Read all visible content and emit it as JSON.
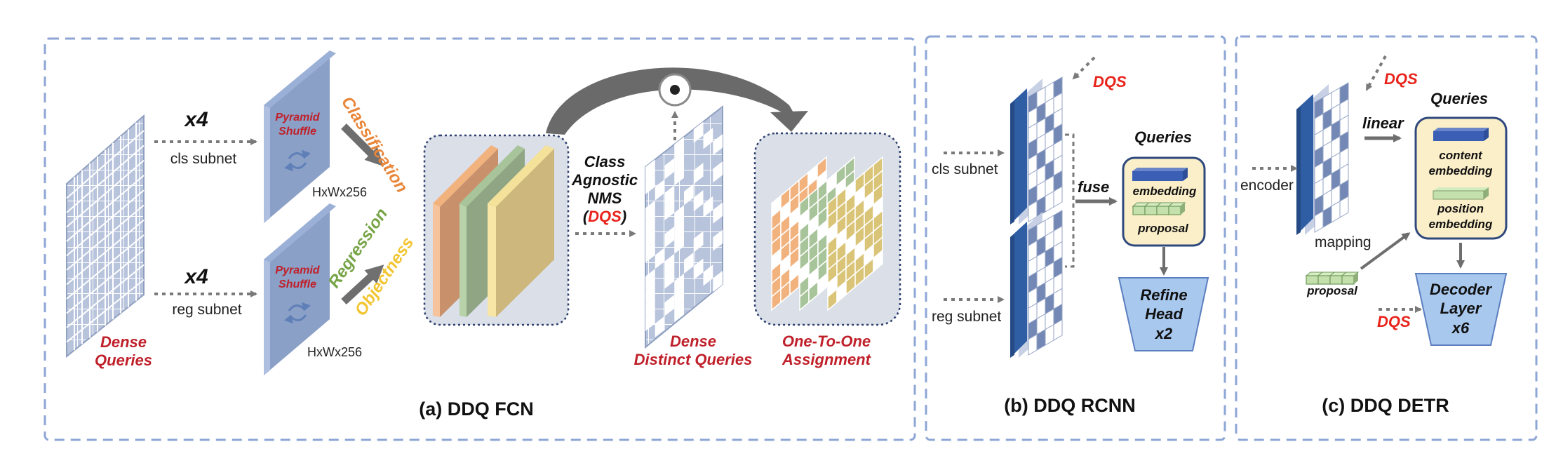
{
  "panels": {
    "a": {
      "caption": "(a) DDQ FCN",
      "dense_queries": [
        "Dense",
        "Queries"
      ],
      "x4_top": "x4",
      "x4_bottom": "x4",
      "cls_subnet": "cls subnet",
      "reg_subnet": "reg subnet",
      "pyramid_shuffle_top": [
        "Pyramid",
        "Shuffle"
      ],
      "pyramid_shuffle_bottom": [
        "Pyramid",
        "Shuffle"
      ],
      "shape_top": "HxWx256",
      "shape_bottom": "HxWx256",
      "classification": "Classification",
      "regression": "Regression",
      "objectness": "Objectness",
      "nms": [
        "Class",
        "Agnostic",
        "NMS"
      ],
      "nms_dqs_open": "(",
      "nms_dqs": "DQS",
      "nms_dqs_close": ")",
      "distinct_queries": [
        "Dense",
        "Distinct Queries"
      ],
      "one_to_one": [
        "One-To-One",
        "Assignment"
      ],
      "colors": {
        "classification": "#e8863a",
        "regression": "#77a446",
        "objectness": "#f2c531"
      }
    },
    "b": {
      "caption": "(b) DDQ RCNN",
      "dqs": "DQS",
      "cls_subnet": "cls subnet",
      "reg_subnet": "reg subnet",
      "fuse": "fuse",
      "queries": "Queries",
      "embedding": "embedding",
      "proposal": "proposal",
      "refine_head": [
        "Refine",
        "Head",
        "x2"
      ]
    },
    "c": {
      "caption": "(c) DDQ DETR",
      "dqs_top": "DQS",
      "dqs_bottom": "DQS",
      "encoder": "encoder",
      "linear": "linear",
      "queries": "Queries",
      "content_embedding": [
        "content",
        "embedding"
      ],
      "position_embedding": [
        "position",
        "embedding"
      ],
      "mapping": "mapping",
      "proposal": "proposal",
      "decoder": [
        "Decoder",
        "Layer",
        "x6"
      ]
    }
  }
}
